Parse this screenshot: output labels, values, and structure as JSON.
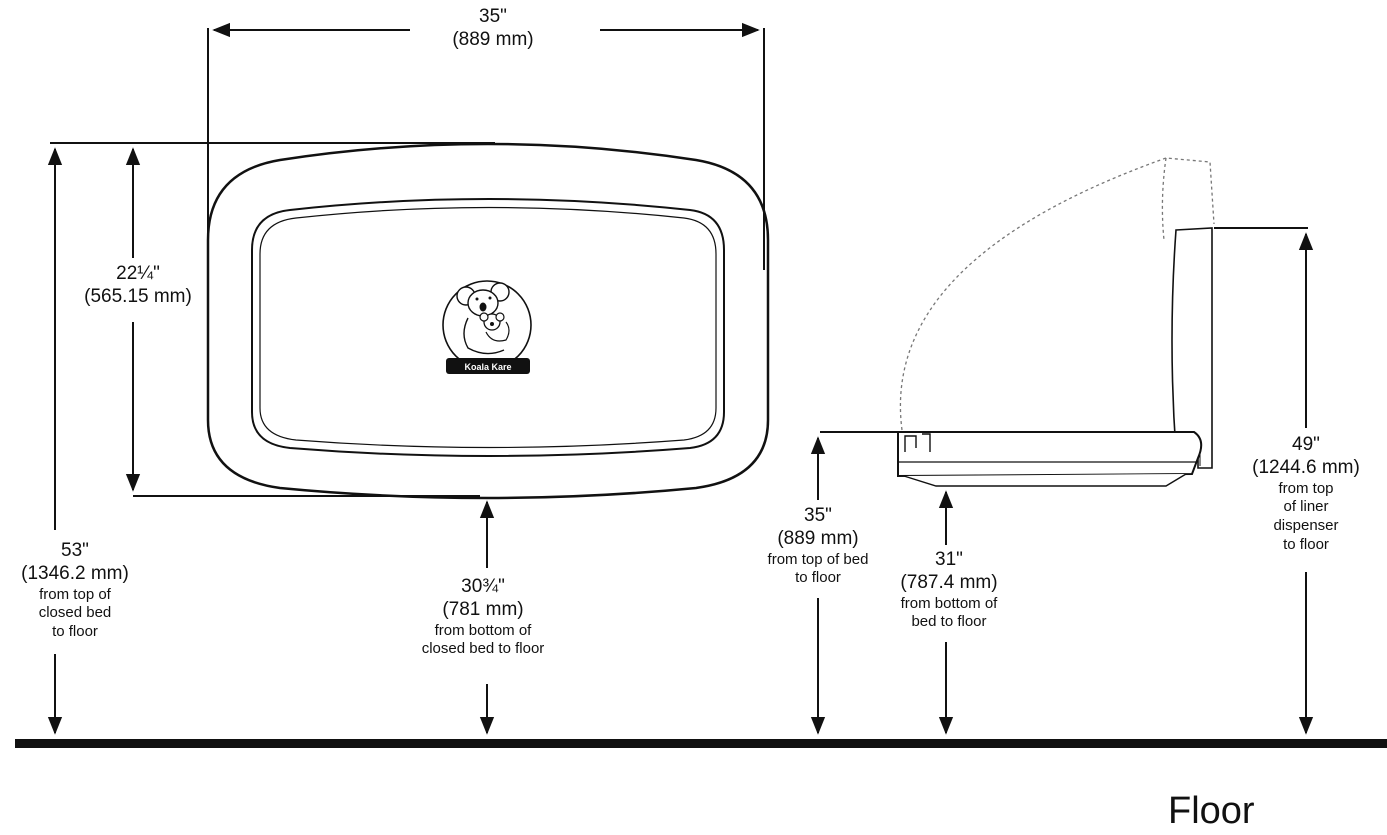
{
  "floor_label": "Floor",
  "brand_badge": "Koala Kare",
  "front_view": {
    "width": {
      "imperial": "35\"",
      "metric": "(889 mm)"
    },
    "height": {
      "imperial": "22¼\"",
      "metric": "(565.15 mm)"
    },
    "top_to_floor": {
      "imperial": "53\"",
      "metric": "(1346.2 mm)",
      "note_lines": [
        "from top of",
        "closed bed",
        "to floor"
      ]
    },
    "bottom_to_floor": {
      "imperial": "30¾\"",
      "metric": "(781 mm)",
      "note_lines": [
        "from bottom of",
        "closed bed to floor"
      ]
    }
  },
  "side_view": {
    "bed_top_to_floor": {
      "imperial": "35\"",
      "metric": "(889 mm)",
      "note_lines": [
        "from top of bed",
        "to floor"
      ]
    },
    "bed_bottom_to_floor": {
      "imperial": "31\"",
      "metric": "(787.4 mm)",
      "note_lines": [
        "from bottom of",
        "bed to floor"
      ]
    },
    "liner_top_to_floor": {
      "imperial": "49\"",
      "metric": "(1244.6 mm)",
      "note_lines": [
        "from top",
        "of liner",
        "dispenser",
        "to floor"
      ]
    }
  }
}
